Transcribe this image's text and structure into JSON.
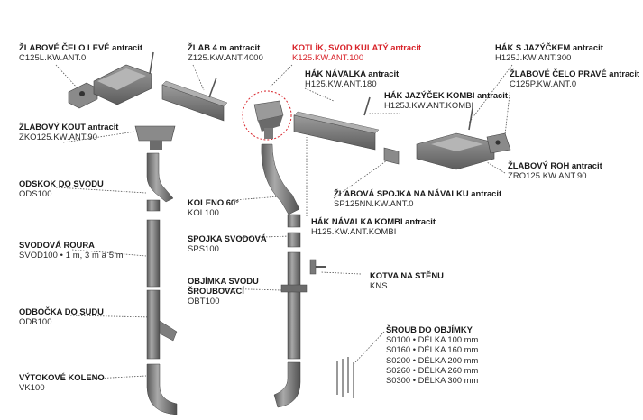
{
  "colors": {
    "metal_light": "#9a9a9a",
    "metal_mid": "#7b7b7b",
    "metal_dark": "#4a4a4a",
    "highlight": "#d8232a",
    "leader": "#555555"
  },
  "labels": {
    "cela_leve": {
      "name": "ŽLABOVÉ ČELO LEVÉ antracit",
      "code": "C125L.KW.ANT.0"
    },
    "zlab": {
      "name": "ŽLAB 4 m antracit",
      "code": "Z125.KW.ANT.4000"
    },
    "kotlik": {
      "name": "KOTLÍK, SVOD KULATÝ antracit",
      "code": "K125.KW.ANT.100"
    },
    "hak_jazyckem": {
      "name": "HÁK S JAZÝČKEM antracit",
      "code": "H125J.KW.ANT.300"
    },
    "hak_navalka": {
      "name": "HÁK NÁVALKA antracit",
      "code": "H125.KW.ANT.180"
    },
    "cela_prave": {
      "name": "ŽLABOVÉ ČELO PRAVÉ antracit",
      "code": "C125P.KW.ANT.0"
    },
    "hak_jazycek_kombi": {
      "name": "HÁK JAZÝČEK KOMBI antracit",
      "code": "H125J.KW.ANT.KOMBI"
    },
    "kout": {
      "name": "ŽLABOVÝ KOUT antracit",
      "code": "ZKO125.KW.ANT.90"
    },
    "roh": {
      "name": "ŽLABOVÝ ROH antracit",
      "code": "ZRO125.KW.ANT.90"
    },
    "odskok": {
      "name": "ODSKOK DO SVODU",
      "code": "ODS100"
    },
    "spojka_navalku": {
      "name": "ŽLABOVÁ SPOJKA NA NÁVALKU antracit",
      "code": "SP125NN.KW.ANT.0"
    },
    "koleno": {
      "name": "KOLENO 60°",
      "code": "KOL100"
    },
    "hak_navalka_kombi": {
      "name": "HÁK NÁVALKA KOMBI antracit",
      "code": "H125.KW.ANT.KOMBI"
    },
    "svodova_roura": {
      "name": "SVODOVÁ ROURA",
      "code": "SVOD100 • 1 m, 3 m a 5 m"
    },
    "spojka_svodova": {
      "name": "SPOJKA SVODOVÁ",
      "code": "SPS100"
    },
    "kotva": {
      "name": "KOTVA NA STĚNU",
      "code": "KNS"
    },
    "objimka": {
      "name1": "OBJÍMKA SVODU",
      "name2": "ŠROUBOVACÍ",
      "code": "OBT100"
    },
    "odbocka": {
      "name": "ODBOČKA DO SUDU",
      "code": "ODB100"
    },
    "vytokove": {
      "name": "VÝTOKOVÉ KOLENO",
      "code": "VK100"
    }
  },
  "screws": {
    "title": "ŠROUB DO OBJÍMKY",
    "rows": [
      "S0100 • DÉLKA 100 mm",
      "S0160 • DÉLKA 160 mm",
      "S0200 • DÉLKA 200 mm",
      "S0260 • DÉLKA 260 mm",
      "S0300 • DÉLKA 300 mm"
    ]
  }
}
